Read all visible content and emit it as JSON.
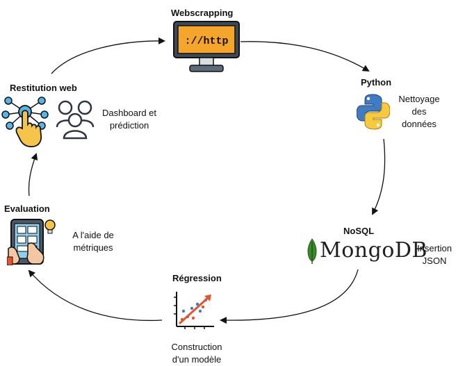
{
  "nodes": {
    "webscrapping": {
      "title": "Webscrapping",
      "screen_text": "://http"
    },
    "python": {
      "title": "Python",
      "desc_lines": [
        "Nettoyage",
        "des",
        "données"
      ]
    },
    "nosql": {
      "title": "NoSQL",
      "logo_text": "MongoDB",
      "logo_mark": ".",
      "desc_lines": [
        "Insertion",
        "JSON"
      ]
    },
    "regression": {
      "title": "Régression",
      "desc_lines": [
        "Construction",
        "d'un modèle"
      ]
    },
    "evaluation": {
      "title": "Evaluation",
      "desc_lines": [
        "A l'aide de",
        "métriques"
      ]
    },
    "restitution": {
      "title": "Restitution web",
      "desc_lines": [
        "Dashboard et",
        "prédiction"
      ]
    }
  },
  "colors": {
    "arrow": "#111111",
    "monitor_screen": "#f4a52a",
    "python_blue": "#3f7cc4",
    "python_yellow": "#f7c93e",
    "mongo_green": "#3a8a2c",
    "network_blue": "#54b6e6",
    "hand_yellow": "#f5c54b",
    "chart_red": "#e5532f"
  },
  "icons": [
    "monitor-http-icon",
    "python-logo-icon",
    "mongodb-leaf-icon",
    "regression-chart-icon",
    "tablet-hand-icon",
    "network-hand-icon",
    "users-icon"
  ]
}
